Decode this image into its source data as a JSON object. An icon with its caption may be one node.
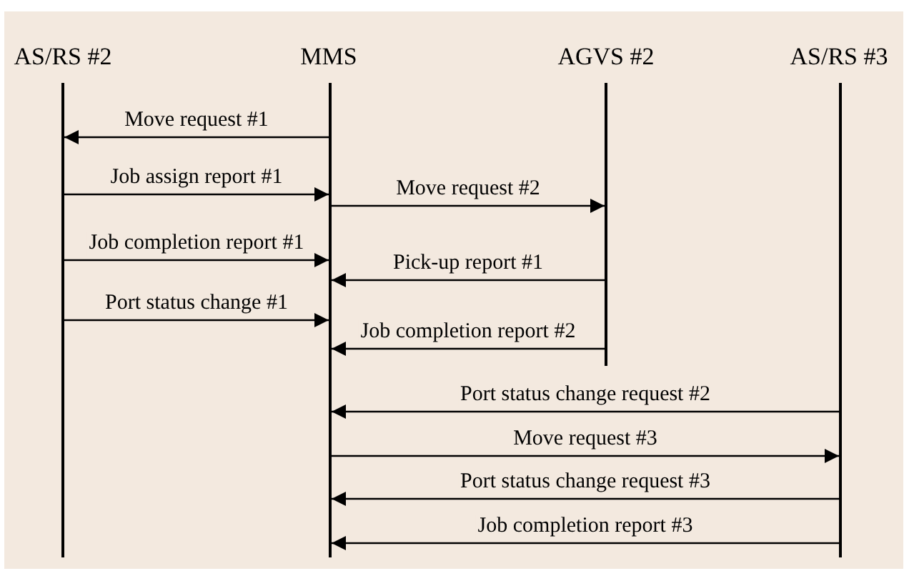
{
  "diagram": {
    "nodes": [
      {
        "text": [
          "AS/RS #2"
        ]
      },
      {
        "text": [
          "MMS"
        ]
      },
      {
        "text": [
          "AGVS #2"
        ]
      },
      {
        "text": [
          "AS/RS #3"
        ]
      },
      {
        "text": [],
        "shape": "bar"
      },
      {
        "text": [],
        "shape": "bar"
      },
      {
        "text": [],
        "shape": "bar"
      },
      {
        "text": [],
        "shape": "bar"
      }
    ],
    "edges": [
      {
        "from": 5,
        "to": 4,
        "arrow": "to",
        "label": "Move request #1"
      },
      {
        "from": 4,
        "to": 5,
        "arrow": "to",
        "label": "Job assign report #1"
      },
      {
        "from": 5,
        "to": 6,
        "arrow": "to",
        "label": "Move request #2"
      },
      {
        "from": 4,
        "to": 5,
        "arrow": "to",
        "label": "Job completion report #1"
      },
      {
        "from": 6,
        "to": 5,
        "arrow": "to",
        "label": "Pick-up report #1"
      },
      {
        "from": 4,
        "to": 5,
        "arrow": "to",
        "label": "Port status change #1"
      },
      {
        "from": 6,
        "to": 5,
        "arrow": "to",
        "label": "Job completion report #2"
      },
      {
        "from": 7,
        "to": 5,
        "arrow": "to",
        "label": "Port status change request #2"
      },
      {
        "from": 5,
        "to": 7,
        "arrow": "to",
        "label": "Move request #3"
      },
      {
        "from": 7,
        "to": 5,
        "arrow": "to",
        "label": "Port status change request #3"
      },
      {
        "from": 7,
        "to": 5,
        "arrow": "to",
        "label": "Job completion report #3"
      }
    ]
  }
}
